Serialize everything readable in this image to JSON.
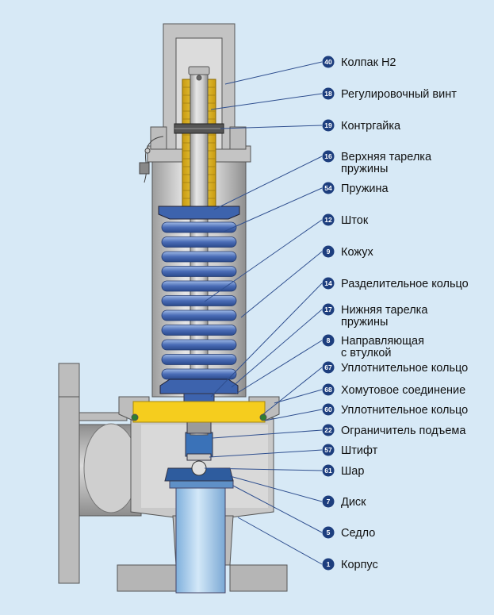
{
  "diagram": {
    "parts": [
      {
        "id": "cap",
        "number": "40",
        "lines": [
          "Колпак H2"
        ]
      },
      {
        "id": "adjusting-screw",
        "number": "18",
        "lines": [
          "Регулировочный винт"
        ]
      },
      {
        "id": "lock-nut",
        "number": "19",
        "lines": [
          "Контргайка"
        ]
      },
      {
        "id": "upper-spring-plate",
        "number": "16",
        "lines": [
          "Верхняя тарелка",
          "пружины"
        ]
      },
      {
        "id": "spring",
        "number": "54",
        "lines": [
          "Пружина"
        ]
      },
      {
        "id": "stem",
        "number": "12",
        "lines": [
          "Шток"
        ]
      },
      {
        "id": "bonnet",
        "number": "9",
        "lines": [
          "Кожух"
        ]
      },
      {
        "id": "separating-ring",
        "number": "14",
        "lines": [
          "Разделительное кольцо"
        ]
      },
      {
        "id": "lower-spring-plate",
        "number": "17",
        "lines": [
          "Нижняя тарелка",
          "пружины"
        ]
      },
      {
        "id": "guide-bushing",
        "number": "8",
        "lines": [
          "Направляющая",
          "с втулкой"
        ]
      },
      {
        "id": "seal-ring-upper",
        "number": "67",
        "lines": [
          "Уплотнительное кольцо"
        ]
      },
      {
        "id": "clamp-connection",
        "number": "68",
        "lines": [
          "Хомутовое соединение"
        ]
      },
      {
        "id": "seal-ring-lower",
        "number": "60",
        "lines": [
          "Уплотнительное кольцо"
        ]
      },
      {
        "id": "lift-limiter",
        "number": "22",
        "lines": [
          "Ограничитель подъема"
        ]
      },
      {
        "id": "pin",
        "number": "57",
        "lines": [
          "Штифт"
        ]
      },
      {
        "id": "ball",
        "number": "61",
        "lines": [
          "Шар"
        ]
      },
      {
        "id": "disc",
        "number": "7",
        "lines": [
          "Диск"
        ]
      },
      {
        "id": "seat",
        "number": "5",
        "lines": [
          "Седло"
        ]
      },
      {
        "id": "body",
        "number": "1",
        "lines": [
          "Корпус"
        ]
      }
    ],
    "colors": {
      "background": "#d7e9f6",
      "metal": "#c9c9c9",
      "metal_dark": "#9a9a9a",
      "spring": "#4f72b8",
      "brass": "#f2cc33",
      "seat_blue": "#a9cfee",
      "badge": "#1d3e7e",
      "leader": "#2f4f8f"
    }
  }
}
